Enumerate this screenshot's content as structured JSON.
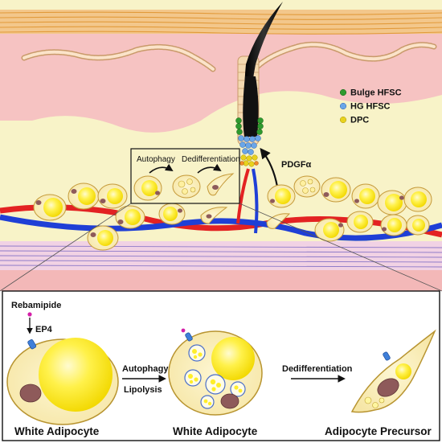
{
  "legend": {
    "items": [
      {
        "label": "Bulge HFSC",
        "color": "#2e9a2e"
      },
      {
        "label": "HG HFSC",
        "color": "#6aa6e8"
      },
      {
        "label": "DPC",
        "color": "#e8d21e"
      }
    ]
  },
  "upper_labels": {
    "autophagy": "Autophagy",
    "dedifferentiation": "Dedifferentiation",
    "pdgfa": "PDGFα"
  },
  "lower_panel": {
    "rebamipide": "Rebamipide",
    "ep4": "EP4",
    "arrow1_line1": "Autophagy",
    "arrow1_line2": "Lipolysis",
    "arrow2": "Dedifferentiation",
    "cell1_title": "White Adipocyte",
    "cell2_title": "White Adipocyte",
    "cell3_title": "Adipocyte Precursor"
  },
  "colors": {
    "epidermis": "#f3c78b",
    "dermis": "#f6c3c2",
    "hypodermis": "#f8f3c8",
    "artery": "#e32222",
    "vein": "#1f3fd6",
    "lipid": "#ffee2a",
    "nucleus": "#8e5a5a",
    "ep4": "#3f7fd9",
    "rebamipide": "#d41fa8"
  }
}
